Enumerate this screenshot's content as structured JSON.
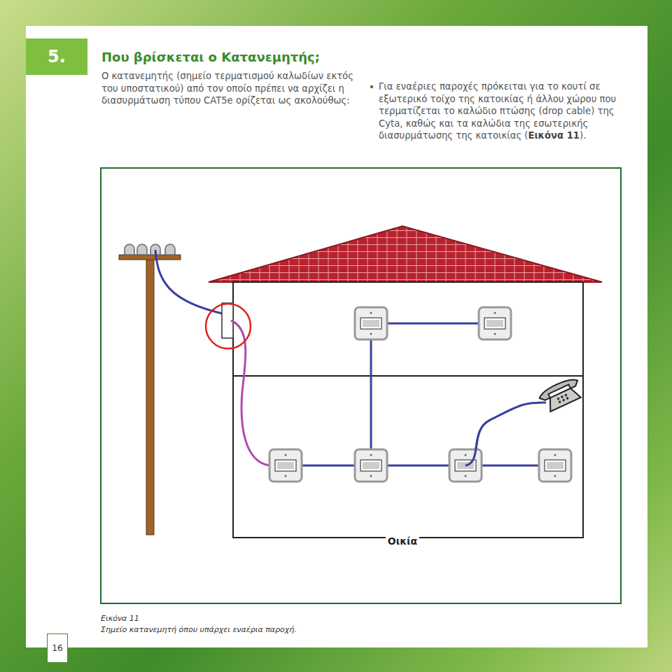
{
  "diagram": {
    "title": "Που βρίσκεται ο Κατανεμητής;",
    "caption": "Σημείο κατανεμητή όπου υπάρχει εναέρια παροχή.",
    "nodes": [
      {
        "text": [
          "5."
        ]
      },
      {
        "text": [
          "16"
        ]
      }
    ],
    "labels": [
      "Ο κατανεμητής (σημείο τερματισμού καλωδίων εκτός του υποστατικού) από τον οποίο πρέπει να αρχίζει η διασυρμάτωση τύπου CAT5e ορίζεται ως ακολούθως:",
      "Για εναέριες παροχές πρόκειται για το κουτί σε εξωτερικό τοίχο της κατοικίας ή άλλου χώρου που τερματίζεται το καλώδιο πτώσης (drop cable) της Cyta, καθώς και τα καλώδια της εσωτερικής διασυρμάτωσης της κατοικίας (",
      "Εικόνα 11",
      ").",
      "Οικία",
      "Εικόνα 11"
    ]
  }
}
